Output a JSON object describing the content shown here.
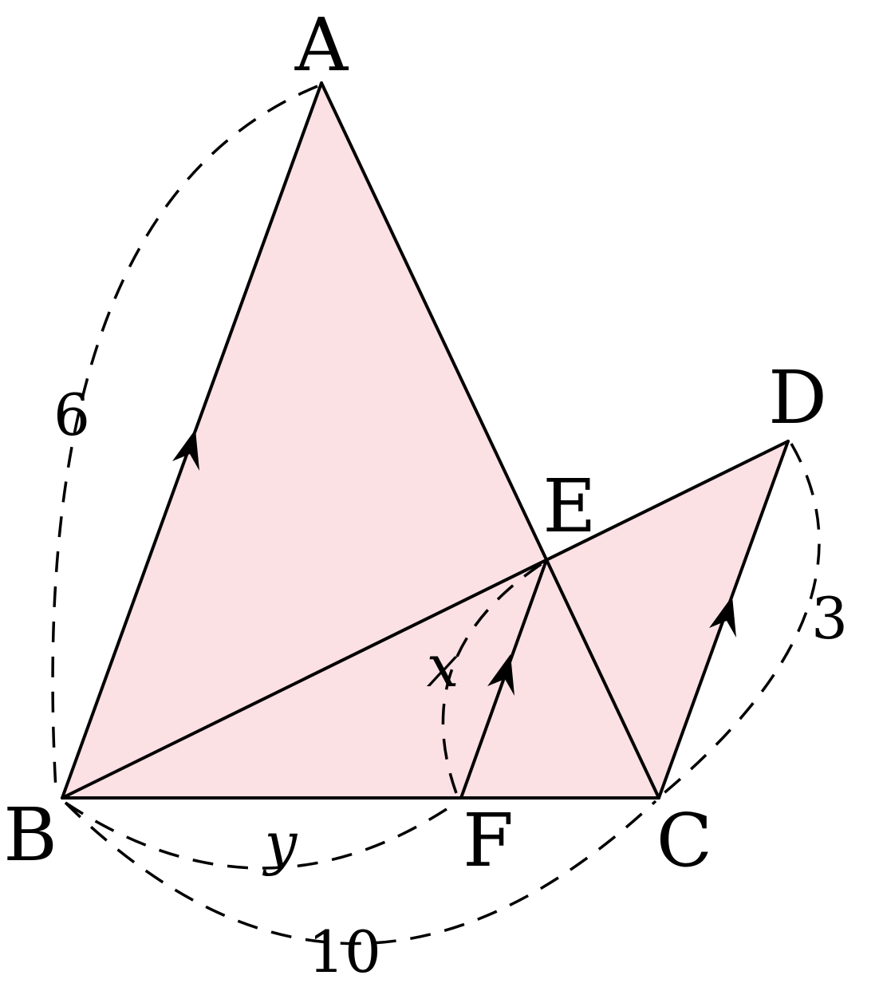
{
  "vertices": {
    "A": "A",
    "B": "B",
    "C": "C",
    "D": "D",
    "E": "E",
    "F": "F"
  },
  "measures": {
    "AB": "6",
    "CD": "3",
    "BC": "10",
    "BF": "y",
    "FE": "x"
  },
  "colors": {
    "fill": "#fbe0e4",
    "stroke": "#000000"
  }
}
